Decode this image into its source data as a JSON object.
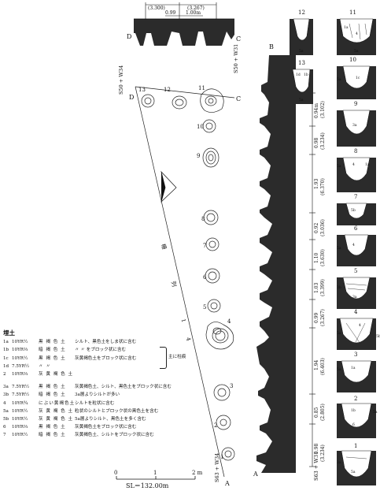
{
  "plan": {
    "labels": {
      "point_d": "D",
      "point_c": "C",
      "point_b": "B",
      "point_a": "A",
      "grid_nw": "S50 + W34",
      "grid_ne": "S50 + W31",
      "grid_sw": "S63 + W34",
      "grid_se": "S63 + W31",
      "line_label": "柵 列 14"
    },
    "pit_numbers": [
      "1",
      "2",
      "3",
      "4",
      "5",
      "6",
      "7",
      "8",
      "9",
      "10",
      "11",
      "12",
      "13"
    ]
  },
  "section_cd": {
    "label_c": "C",
    "label_d": "D",
    "dims": [
      "(3.300)",
      "0.99",
      "(3.267)",
      "1.00m"
    ]
  },
  "section_ab": {
    "label_a": "A",
    "label_b": "B",
    "dims": [
      "0.94m",
      "(3.102)",
      "0.98",
      "(3.234)",
      "1.93",
      "(6.370)",
      "0.92",
      "(3.036)",
      "1.10",
      "(3.630)",
      "1.03",
      "(3.399)",
      "0.99",
      "(3.267)",
      "1.94",
      "(6.403)",
      "0.85",
      "(2.805)",
      "0.98",
      "(3.234)"
    ]
  },
  "pit_sections": {
    "numbers": [
      "12",
      "11",
      "13",
      "10",
      "9",
      "8",
      "7",
      "6",
      "5",
      "4",
      "3",
      "2",
      "1"
    ],
    "layer_labels": [
      "1a",
      "1b",
      "1c",
      "1d",
      "2",
      "3a",
      "3b",
      "4",
      "5a",
      "5b",
      "6",
      "7"
    ]
  },
  "legend": {
    "title": "埋土",
    "rows": [
      {
        "code": "1a",
        "munsell": "10YR½",
        "name": "黒 褐 色 土",
        "desc": "シルト、黒色土をしま状に含む"
      },
      {
        "code": "1b",
        "munsell": "10YR⅔",
        "name": "暗 褐 色 土",
        "desc": "〃    〃    をブロック状に含む"
      },
      {
        "code": "1c",
        "munsell": "10YR½",
        "name": "黒 褐 色 土",
        "desc": "灰黄褐色土をブロック状に含む"
      },
      {
        "code": "1d",
        "munsell": "7.5YR½",
        "name": "〃    〃",
        "desc": ""
      },
      {
        "code": "2",
        "munsell": "10YR⅔",
        "name": "灰 黄 褐 色 土",
        "desc": ""
      },
      {
        "code": "3a",
        "munsell": "7.5YR½",
        "name": "黒 褐 色 土",
        "desc": "灰黄褐色土、シルト、黒色土をブロック状に含む"
      },
      {
        "code": "3b",
        "munsell": "7.5YR½",
        "name": "暗 褐 色 土",
        "desc": "3a層よりシルトが多い"
      },
      {
        "code": "4",
        "munsell": "10YR¾",
        "name": "にぶい黄褐色土",
        "desc": "シルトを粒状に含む"
      },
      {
        "code": "5a",
        "munsell": "10YR½",
        "name": "灰 黄 褐 色 土",
        "desc": "粒状のシルトとブロック状の黒色土を含む"
      },
      {
        "code": "5b",
        "munsell": "10YR½",
        "name": "灰 黄 褐 色 土",
        "desc": "5a層よりシルト、黒色土を多く含む"
      },
      {
        "code": "6",
        "munsell": "10YR⅔",
        "name": "黒 褐 色 土",
        "desc": "灰黄褐色土をブロック状に含む"
      },
      {
        "code": "7",
        "munsell": "10YR½",
        "name": "暗 褐 色 土",
        "desc": "灰黄褐色土、シルトをブロック状に含む"
      }
    ],
    "brace_note": "主に柱痕"
  },
  "scale": {
    "ticks": [
      "0",
      "1",
      "2 m"
    ],
    "elevation": "SL＝132.00m"
  },
  "colors": {
    "ink": "#111111",
    "fill": "#2b2b2b",
    "paper": "#ffffff"
  }
}
